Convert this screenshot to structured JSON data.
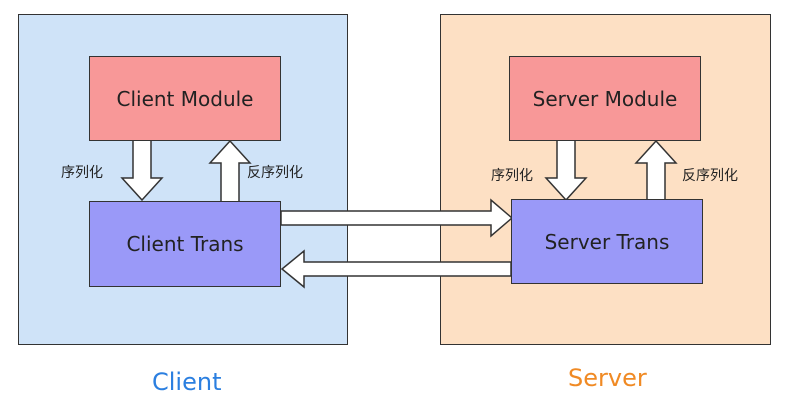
{
  "colors": {
    "client_panel": "#cfe3f8",
    "server_panel": "#fde0c4",
    "module_box": "#f89898",
    "trans_box": "#9a99f8",
    "client_caption": "#2b7fe0",
    "server_caption": "#f08a24"
  },
  "client": {
    "module_label": "Client Module",
    "trans_label": "Client Trans",
    "serialize_label": "序列化",
    "deserialize_label": "反序列化",
    "caption": "Client"
  },
  "server": {
    "module_label": "Server Module",
    "trans_label": "Server Trans",
    "serialize_label": "序列化",
    "deserialize_label": "反序列化",
    "caption": "Server"
  }
}
